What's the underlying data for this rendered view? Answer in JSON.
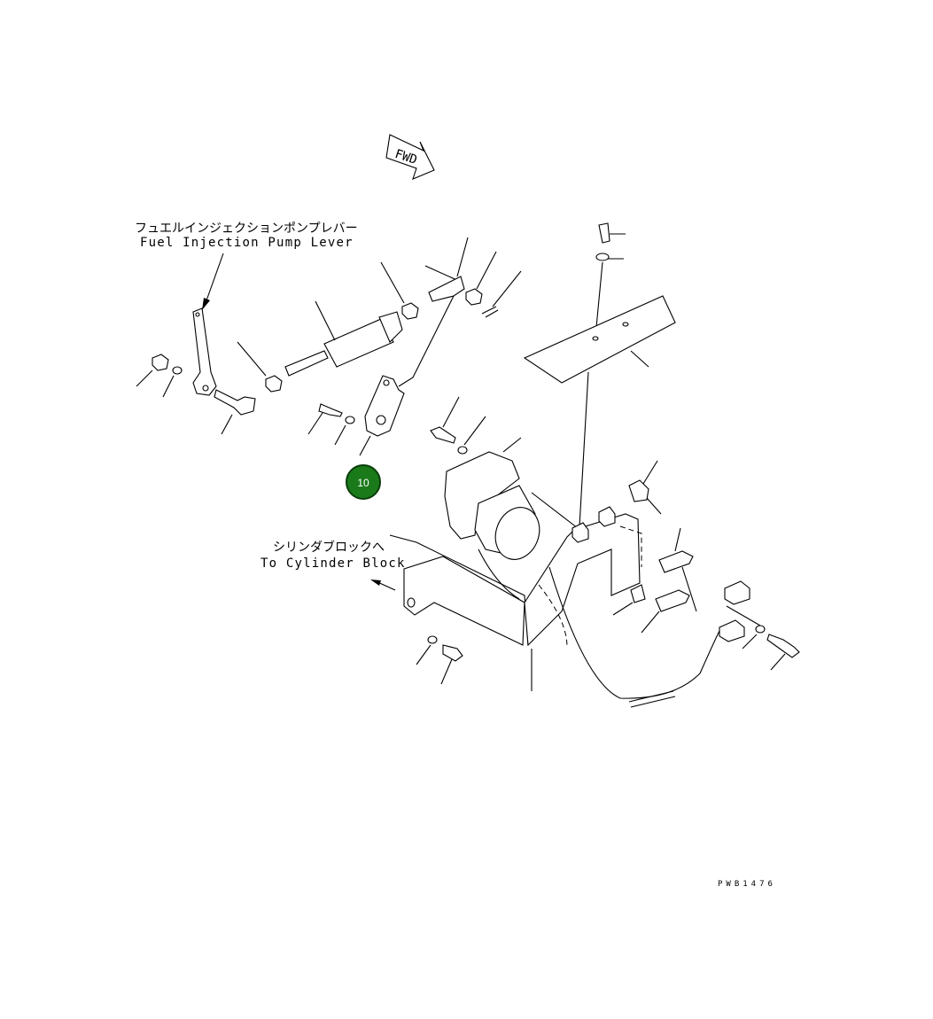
{
  "fwd_label": "FWD",
  "labels": {
    "pump_lever_jp": "フュエルインジェクションポンプレバー",
    "pump_lever_en": "Fuel Injection Pump Lever",
    "cylinder_block_jp": "シリンダブロックへ",
    "cylinder_block_en": "To Cylinder Block"
  },
  "callout": {
    "number": "10",
    "color": "#1a7a1a",
    "border": "#0a3d0a"
  },
  "drawing_code": "PWB1476"
}
